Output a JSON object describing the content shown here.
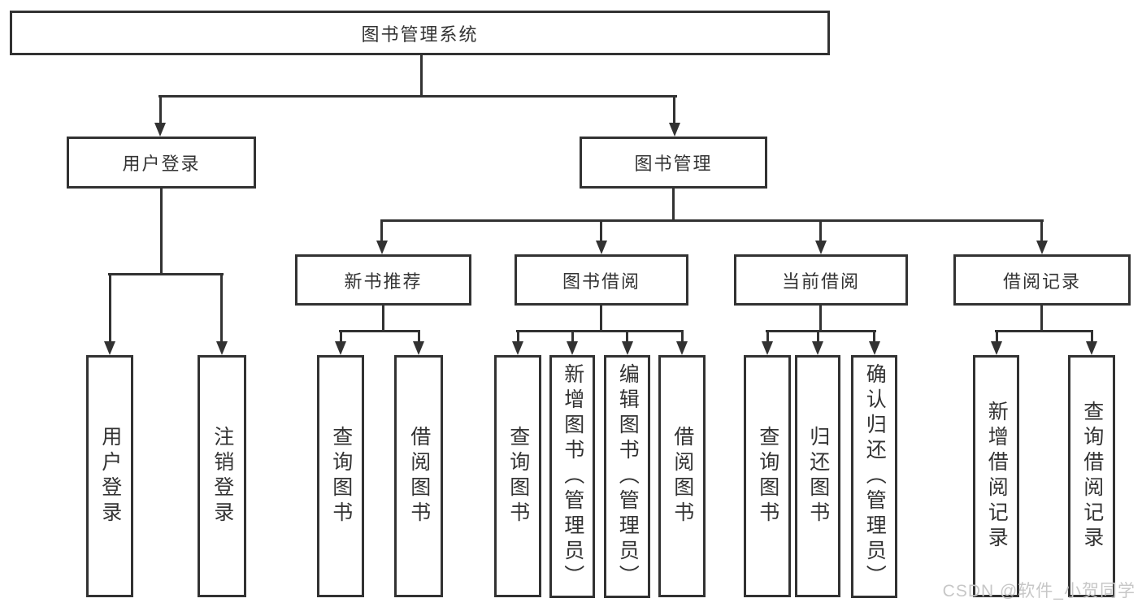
{
  "watermark": "CSDN @软件_小贺同学",
  "colors": {
    "line": "#323232",
    "text": "#333333",
    "watermark": "#c7c7c7",
    "background": "#ffffff"
  },
  "tree": {
    "root": {
      "label": "图书管理系统"
    },
    "branches": [
      {
        "label": "用户登录",
        "children": [
          {
            "label": "用户登录"
          },
          {
            "label": "注销登录"
          }
        ]
      },
      {
        "label": "图书管理",
        "children": [
          {
            "label": "新书推荐",
            "children": [
              {
                "label": "查询图书"
              },
              {
                "label": "借阅图书"
              }
            ]
          },
          {
            "label": "图书借阅",
            "children": [
              {
                "label": "查询图书"
              },
              {
                "label": "新增图书（管理员）"
              },
              {
                "label": "编辑图书（管理员）"
              },
              {
                "label": "借阅图书"
              }
            ]
          },
          {
            "label": "当前借阅",
            "children": [
              {
                "label": "查询图书"
              },
              {
                "label": "归还图书"
              },
              {
                "label": "确认归还（管理员）"
              }
            ]
          },
          {
            "label": "借阅记录",
            "children": [
              {
                "label": "新增借阅记录"
              },
              {
                "label": "查询借阅记录"
              }
            ]
          }
        ]
      }
    ]
  }
}
